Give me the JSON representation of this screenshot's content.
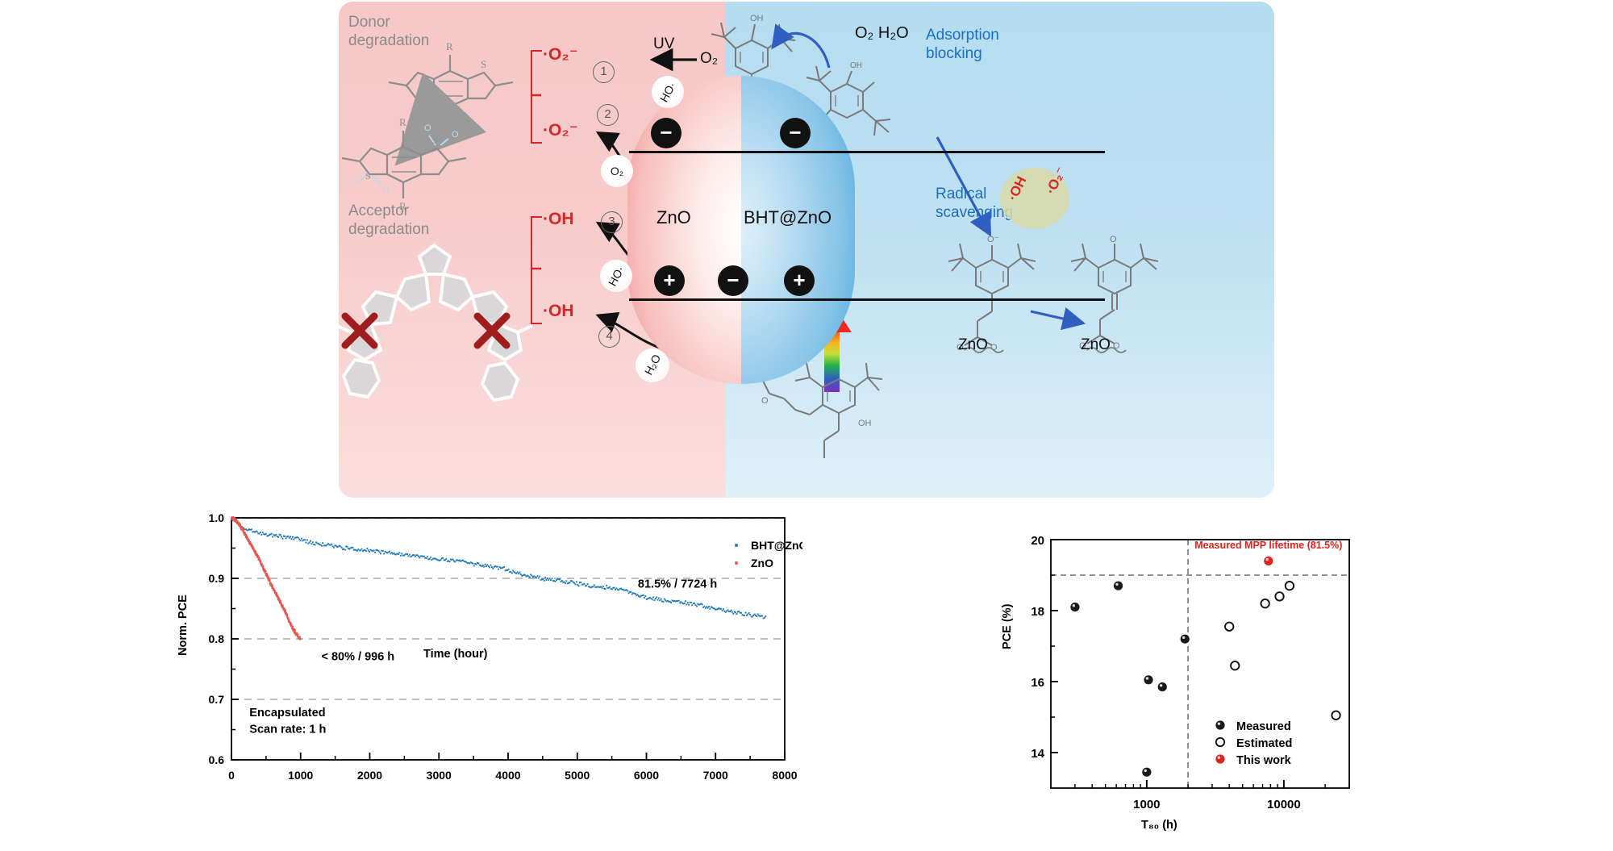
{
  "schematic": {
    "left_panel": {
      "bg_color": "#f6c8c8",
      "donor_label": "Donor\ndegradation",
      "acceptor_label": "Acceptor\ndegradation",
      "uv_label": "UV",
      "o2_input_label": "O₂",
      "steps": [
        "1",
        "2",
        "3",
        "4"
      ],
      "radicals": [
        "·O₂⁻",
        "·O₂⁻",
        "·OH",
        "·OH"
      ],
      "species_bubbles": [
        "HO·",
        "O₂",
        "HO·",
        "H₂O"
      ],
      "sphere_label": "ZnO"
    },
    "right_panel": {
      "bg_color": "#b5dcf0",
      "adsorption_label": "Adsorption\nblocking",
      "radical_label": "Radical\nscavenging",
      "desorbed_species": "O₂  H₂O",
      "sphere_label": "BHT@ZnO",
      "blob_radicals": [
        "·OH",
        "·O₂⁻"
      ],
      "product_labels": [
        "ZnO",
        "ZnO"
      ],
      "accent_color": "#1b6fc4"
    },
    "carriers": {
      "electron": "−",
      "hole": "+"
    }
  },
  "chart_data": [
    {
      "type": "line",
      "id": "mpp-stability",
      "title": "",
      "xlabel": "Time (hour)",
      "ylabel": "Norm. PCE",
      "xlim": [
        0,
        8000
      ],
      "ylim": [
        0.6,
        1.0
      ],
      "xticks": [
        0,
        1000,
        2000,
        3000,
        4000,
        5000,
        6000,
        7000,
        8000
      ],
      "xtick_labels": [
        "0",
        "1000",
        "2000",
        "3000",
        "4000",
        "5000",
        "6000",
        "7000",
        "8000"
      ],
      "yticks": [
        0.6,
        0.7,
        0.8,
        0.9,
        1.0
      ],
      "ytick_labels": [
        "0.6",
        "0.7",
        "0.8",
        "0.9",
        "1.0"
      ],
      "grid": "horizontal-dashed",
      "legend_position": "top-right",
      "annotations": [
        {
          "text": "< 80% / 996 h",
          "x": 1300,
          "y": 0.765
        },
        {
          "text": "81.5% / 7724 h",
          "x": 6450,
          "y": 0.885
        },
        {
          "text": "Encapsulated",
          "x": 260,
          "y": 0.672
        },
        {
          "text": "Scan rate: 1 h",
          "x": 260,
          "y": 0.645
        }
      ],
      "series": [
        {
          "name": "BHT@ZnO",
          "color": "#1f7bb6",
          "x": [
            0,
            100,
            250,
            450,
            700,
            950,
            1150,
            1400,
            1650,
            1900,
            2200,
            2500,
            2800,
            3100,
            3350,
            3600,
            3900,
            4200,
            4500,
            4800,
            5100,
            5400,
            5700,
            5900,
            6100,
            6400,
            6700,
            7000,
            7300,
            7600,
            7724
          ],
          "y": [
            1.0,
            0.988,
            0.98,
            0.974,
            0.97,
            0.966,
            0.959,
            0.955,
            0.95,
            0.947,
            0.943,
            0.939,
            0.935,
            0.93,
            0.927,
            0.922,
            0.917,
            0.906,
            0.9,
            0.895,
            0.89,
            0.885,
            0.879,
            0.872,
            0.866,
            0.862,
            0.857,
            0.85,
            0.843,
            0.838,
            0.836
          ]
        },
        {
          "name": "ZnO",
          "color": "#e8564e",
          "x": [
            0,
            60,
            120,
            200,
            280,
            360,
            440,
            520,
            600,
            680,
            760,
            840,
            900,
            950,
            996
          ],
          "y": [
            1.0,
            0.997,
            0.988,
            0.972,
            0.956,
            0.94,
            0.922,
            0.903,
            0.884,
            0.866,
            0.849,
            0.828,
            0.815,
            0.806,
            0.801
          ]
        }
      ]
    },
    {
      "type": "scatter",
      "id": "pce-vs-t80",
      "title": "",
      "xlabel": "T₈₀ (h)",
      "ylabel": "PCE (%)",
      "xscale": "log",
      "xlim": [
        200,
        30000
      ],
      "ylim": [
        13,
        20
      ],
      "xticks": [
        1000,
        10000
      ],
      "xtick_labels": [
        "1000",
        "10000"
      ],
      "yticks": [
        14,
        16,
        18,
        20
      ],
      "ytick_labels": [
        "14",
        "16",
        "18",
        "20"
      ],
      "grid": "none",
      "reference_lines": [
        {
          "orientation": "horizontal",
          "value": 19.0,
          "style": "dashed"
        },
        {
          "orientation": "vertical",
          "value": 2000,
          "style": "dashed"
        }
      ],
      "annotation": {
        "text": "Measured MPP lifetime (81.5%)",
        "color": "#e8201c"
      },
      "legend_position": "bottom-right",
      "series": [
        {
          "name": "Measured",
          "marker": "filled-circle",
          "color": "#1a1a1a",
          "points": [
            {
              "x": 300,
              "y": 18.1
            },
            {
              "x": 620,
              "y": 18.7
            },
            {
              "x": 1000,
              "y": 13.45
            },
            {
              "x": 1030,
              "y": 16.05
            },
            {
              "x": 1300,
              "y": 15.85
            },
            {
              "x": 1900,
              "y": 17.2
            }
          ]
        },
        {
          "name": "Estimated",
          "marker": "open-circle",
          "color": "#1a1a1a",
          "points": [
            {
              "x": 4000,
              "y": 17.55
            },
            {
              "x": 4400,
              "y": 16.45
            },
            {
              "x": 7300,
              "y": 18.2
            },
            {
              "x": 9300,
              "y": 18.4
            },
            {
              "x": 11000,
              "y": 18.7
            },
            {
              "x": 24000,
              "y": 15.05
            }
          ]
        },
        {
          "name": "This work",
          "marker": "filled-circle",
          "color": "#e8201c",
          "points": [
            {
              "x": 7724,
              "y": 19.4
            }
          ]
        }
      ]
    }
  ]
}
